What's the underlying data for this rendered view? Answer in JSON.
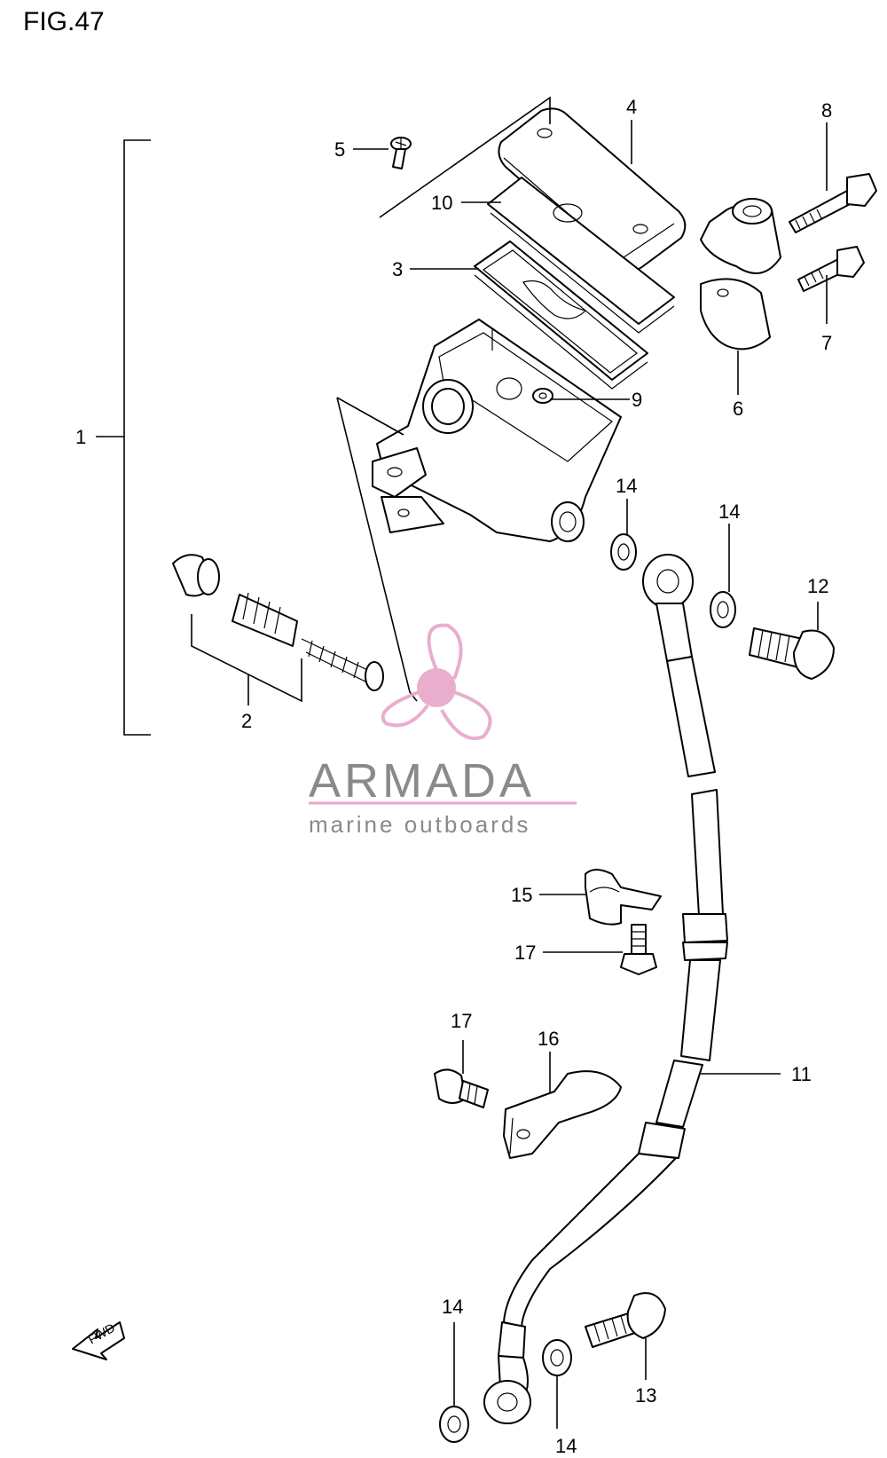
{
  "figure": {
    "title": "FIG.47"
  },
  "callouts": [
    {
      "id": "c1",
      "label": "1"
    },
    {
      "id": "c2",
      "label": "2"
    },
    {
      "id": "c3",
      "label": "3"
    },
    {
      "id": "c4",
      "label": "4"
    },
    {
      "id": "c5",
      "label": "5"
    },
    {
      "id": "c6",
      "label": "6"
    },
    {
      "id": "c7",
      "label": "7"
    },
    {
      "id": "c8",
      "label": "8"
    },
    {
      "id": "c9",
      "label": "9"
    },
    {
      "id": "c10",
      "label": "10"
    },
    {
      "id": "c11",
      "label": "11"
    },
    {
      "id": "c12",
      "label": "12"
    },
    {
      "id": "c13",
      "label": "13"
    },
    {
      "id": "c14a",
      "label": "14"
    },
    {
      "id": "c14b",
      "label": "14"
    },
    {
      "id": "c14c",
      "label": "14"
    },
    {
      "id": "c14d",
      "label": "14"
    },
    {
      "id": "c15",
      "label": "15"
    },
    {
      "id": "c16",
      "label": "16"
    },
    {
      "id": "c17a",
      "label": "17"
    },
    {
      "id": "c17b",
      "label": "17"
    }
  ],
  "watermark": {
    "brand": "ARMADA",
    "tagline": "marine outboards",
    "accent_color": "#e8a6c8",
    "text_color": "#8a8a8a"
  },
  "direction_arrow": {
    "label": "FWD"
  }
}
